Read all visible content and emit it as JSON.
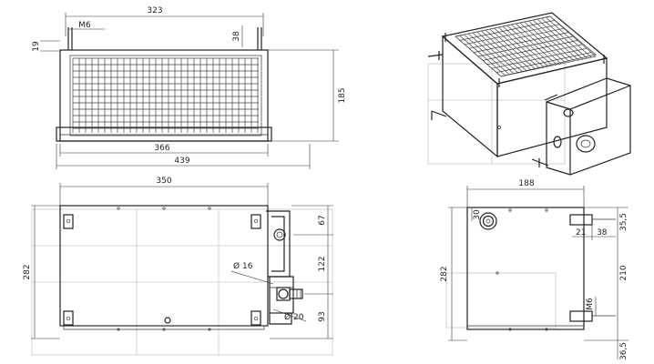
{
  "front_view": {
    "width_top": "323",
    "thread": "M6",
    "stud_h": "38",
    "offset_left": "19",
    "height": "185",
    "inner_width": "366",
    "total_width": "439"
  },
  "top_view": {
    "width": "350",
    "depth": "282",
    "pipe_diam_1": "16",
    "pipe_diam_2": "20",
    "seg_1": "67",
    "seg_2": "122",
    "seg_3": "93",
    "diam_symbol": "Ø"
  },
  "side_view": {
    "width": "188",
    "depth": "282",
    "offset_top": "30",
    "dim_21": "21",
    "dim_38": "38",
    "dim_35_5": "35,5",
    "dim_210": "210",
    "dim_36_5": "36,5",
    "thread": "M6"
  }
}
